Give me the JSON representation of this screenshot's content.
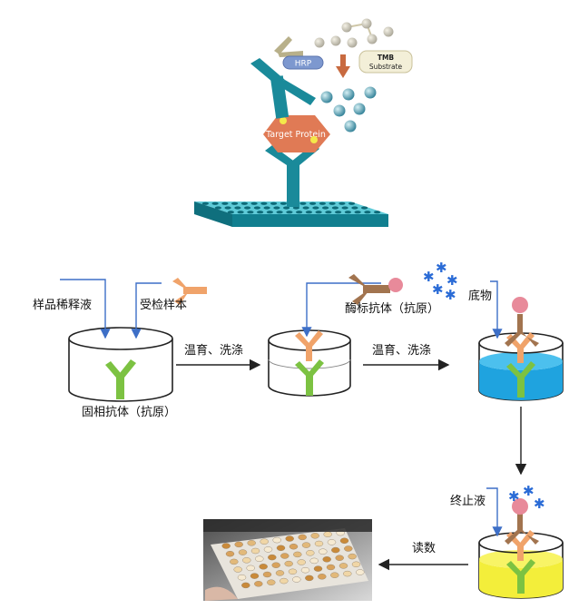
{
  "top": {
    "hrp_label": "HRP",
    "tmb_label_1": "TMB",
    "tmb_label_2": "Substrate",
    "protein_label": "Target Protein"
  },
  "steps": {
    "sample_diluent": "样品稀释液",
    "test_sample": "受检样本",
    "coated_antibody": "固相抗体（抗原）",
    "incubate_wash_1": "温育、洗涤",
    "enzyme_antibody": "酶标抗体（抗原）",
    "incubate_wash_2": "温育、洗涤",
    "substrate": "底物",
    "stop_solution": "终止液",
    "read": "读数"
  },
  "colors": {
    "teal": "#1a8a9a",
    "plate": "#1a9bb0",
    "green_antibody": "#7cc242",
    "orange_antibody": "#f0a36a",
    "pink_label": "#e88a9a",
    "protein_hex": "#e07a55",
    "blue_solution": "#1fa3df",
    "yellow_solution": "#f3ee3a",
    "arrow_blue": "#3d6fc7",
    "substrate_star": "#2a6bd6",
    "tmb_arrow": "#c86a40"
  }
}
